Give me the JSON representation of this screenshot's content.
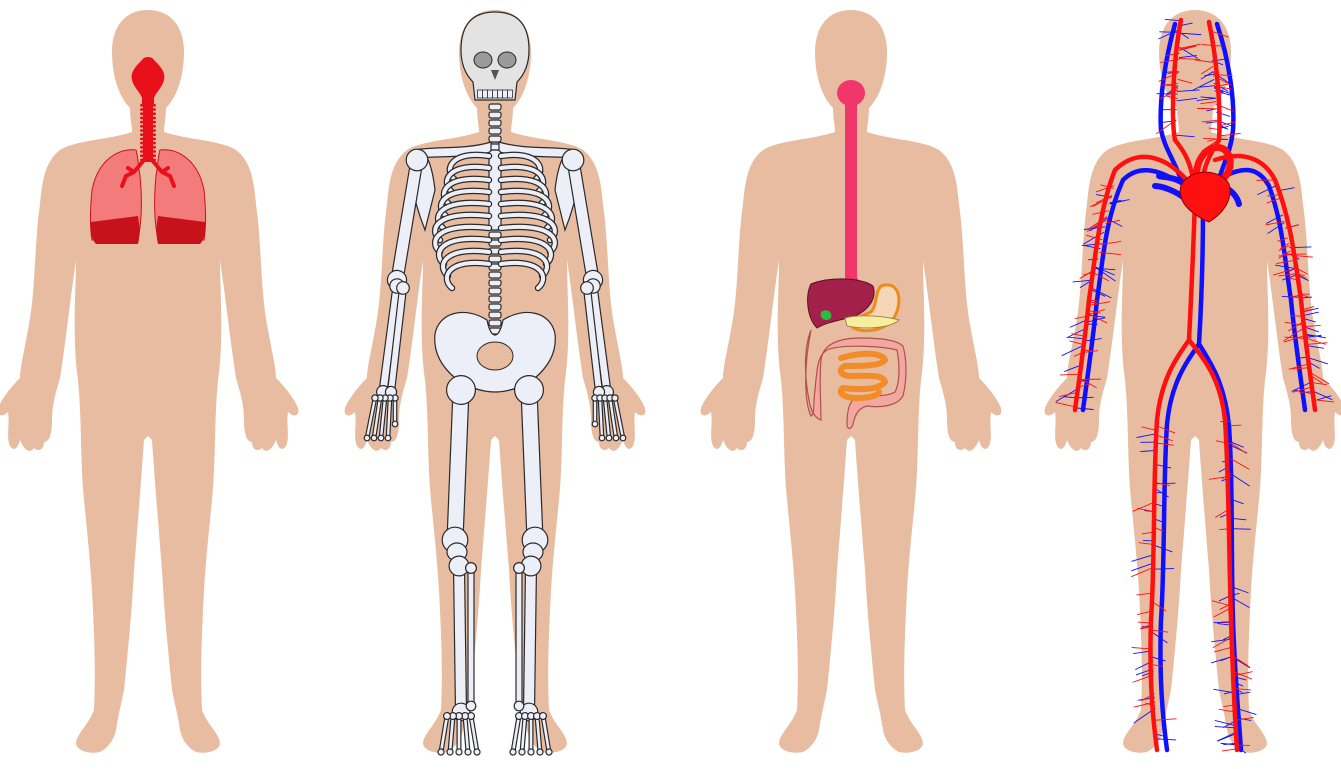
{
  "colors": {
    "background": "#ffffff",
    "skin": "#e8bca0",
    "respiratory_red": "#e8101a",
    "lung_fill": "#f37b7b",
    "lung_dark": "#c8121b",
    "bone_fill": "#eceff7",
    "bone_stroke": "#2a2a2a",
    "skull_fill": "#e3e3e3",
    "esophagus": "#f0366a",
    "liver": "#a3204a",
    "stomach_outline": "#f08a1a",
    "stomach_fill": "#f5d7b8",
    "intestine_fill": "#f2a7a0",
    "small_intestine": "#f28c28",
    "artery": "#ff1010",
    "vein": "#1010ff"
  },
  "figures": [
    {
      "system": "respiratory",
      "icon": "lungs-icon"
    },
    {
      "system": "skeletal",
      "icon": "skeleton-icon"
    },
    {
      "system": "digestive",
      "icon": "digestive-tract-icon"
    },
    {
      "system": "circulatory",
      "icon": "heart-vessels-icon"
    }
  ]
}
